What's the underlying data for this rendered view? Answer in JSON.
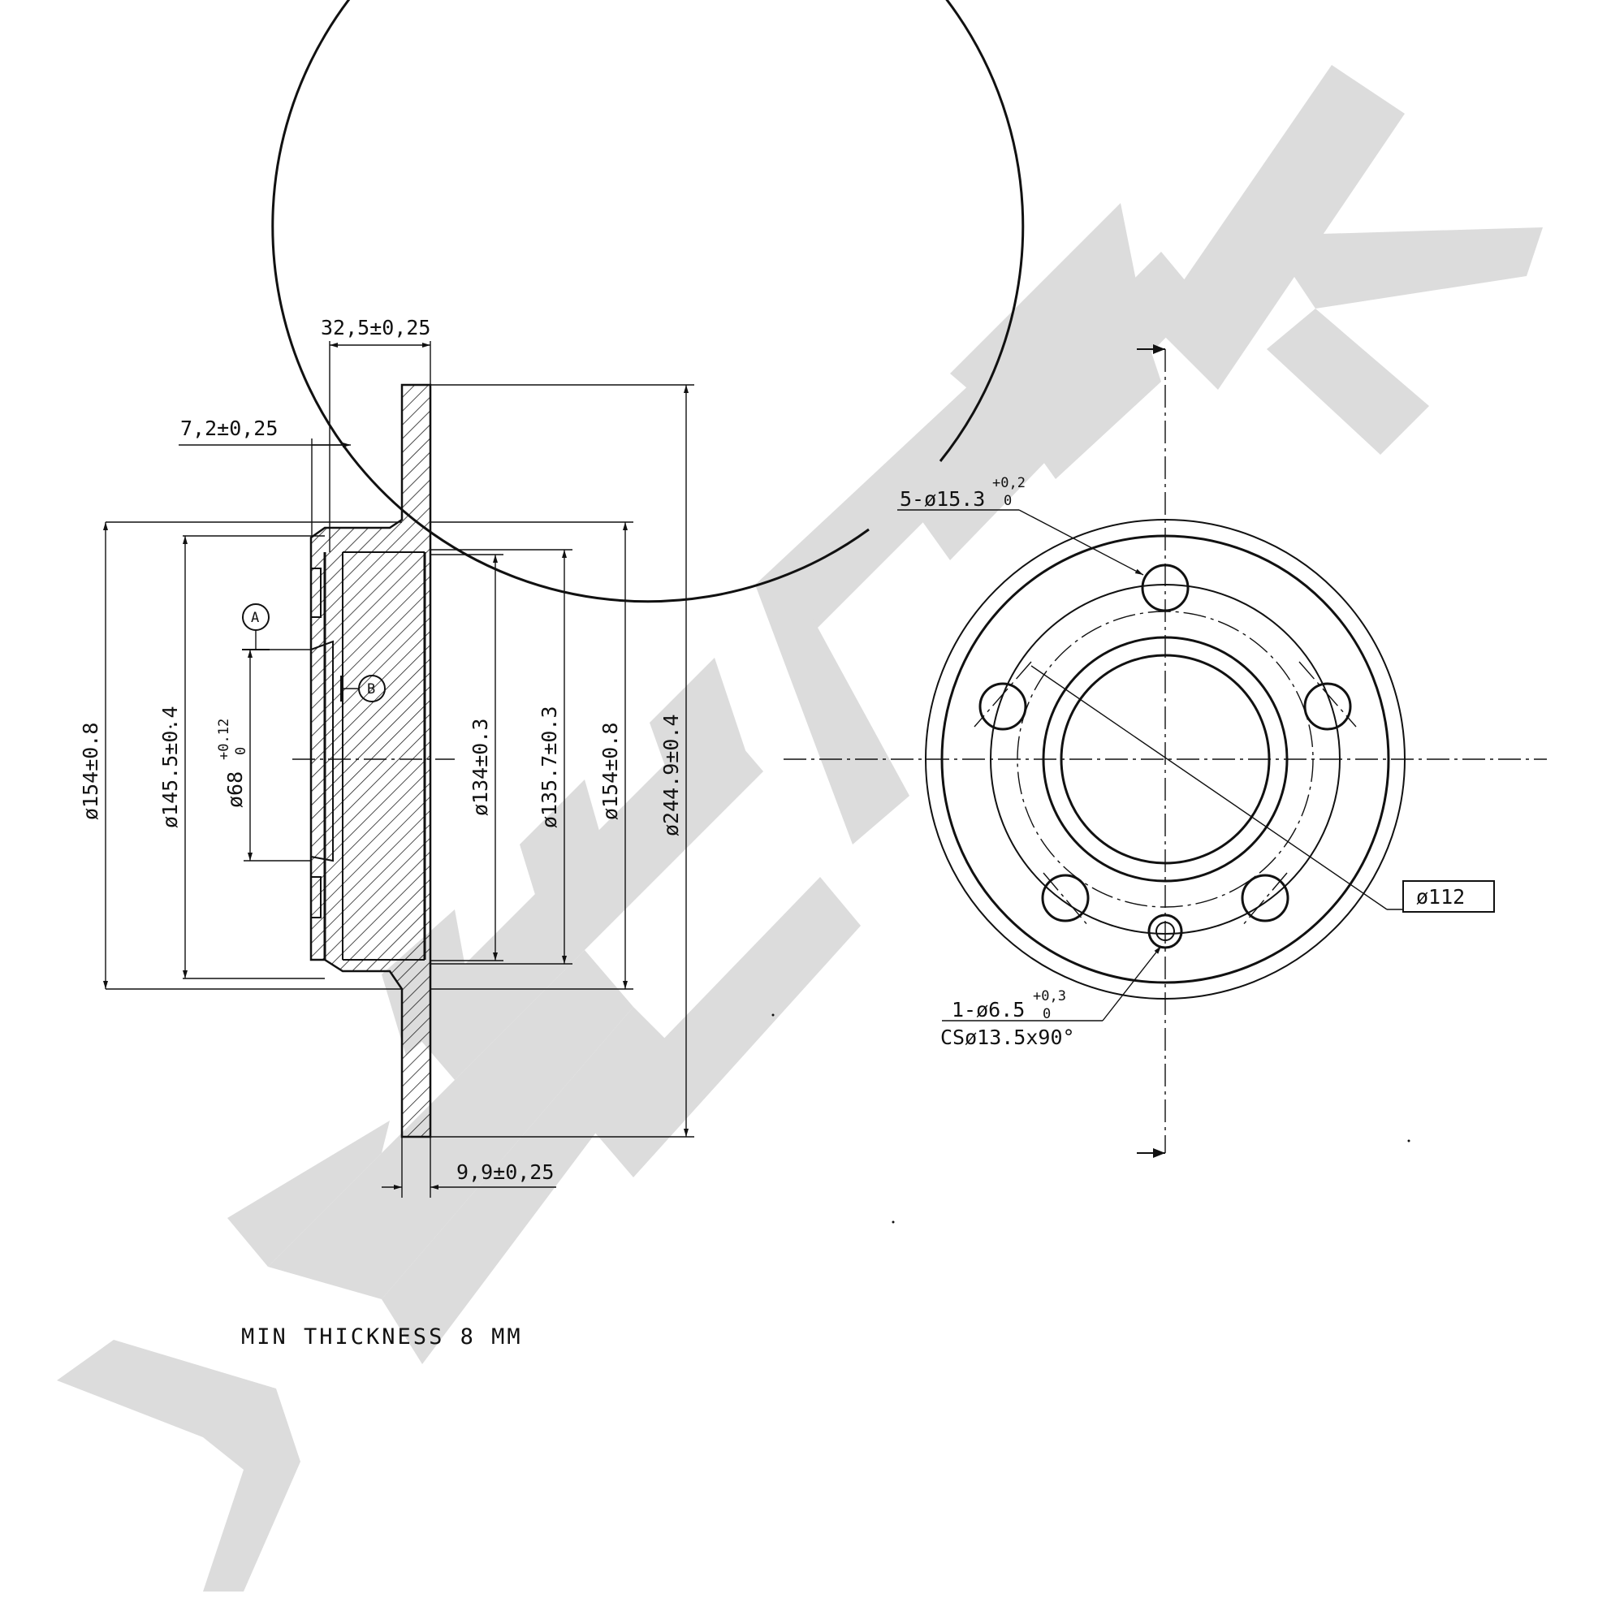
{
  "watermark": {
    "brand": "ZEMMEK",
    "color": "#dcdcdc"
  },
  "section_view": {
    "dims": {
      "hub_depth": "32,5±0,25",
      "flange_offset": "7,2±0,25",
      "disc_thickness": "9,9±0,25",
      "d_outer_left": "ø154±0.8",
      "d_145": "ø145.5±0.4",
      "d_68": "ø68",
      "d_68_tol_upper": "+0.12",
      "d_68_tol_lower": "0",
      "d_134": "ø134±0.3",
      "d_135": "ø135.7±0.3",
      "d_outer_right": "ø154±0.8",
      "d_244": "ø244.9±0.4"
    },
    "datum_a": "A",
    "datum_b": "B"
  },
  "front_view": {
    "bolt_holes": "5-ø15.3",
    "bolt_tol_upper": "+0,2",
    "bolt_tol_lower": "0",
    "pitch_circle": "ø112",
    "screw_hole": "1-ø6.5",
    "screw_tol_upper": "+0,3",
    "screw_tol_lower": "0",
    "countersink": "CSø13.5x90°"
  },
  "note": "MIN THICKNESS 8 MM"
}
